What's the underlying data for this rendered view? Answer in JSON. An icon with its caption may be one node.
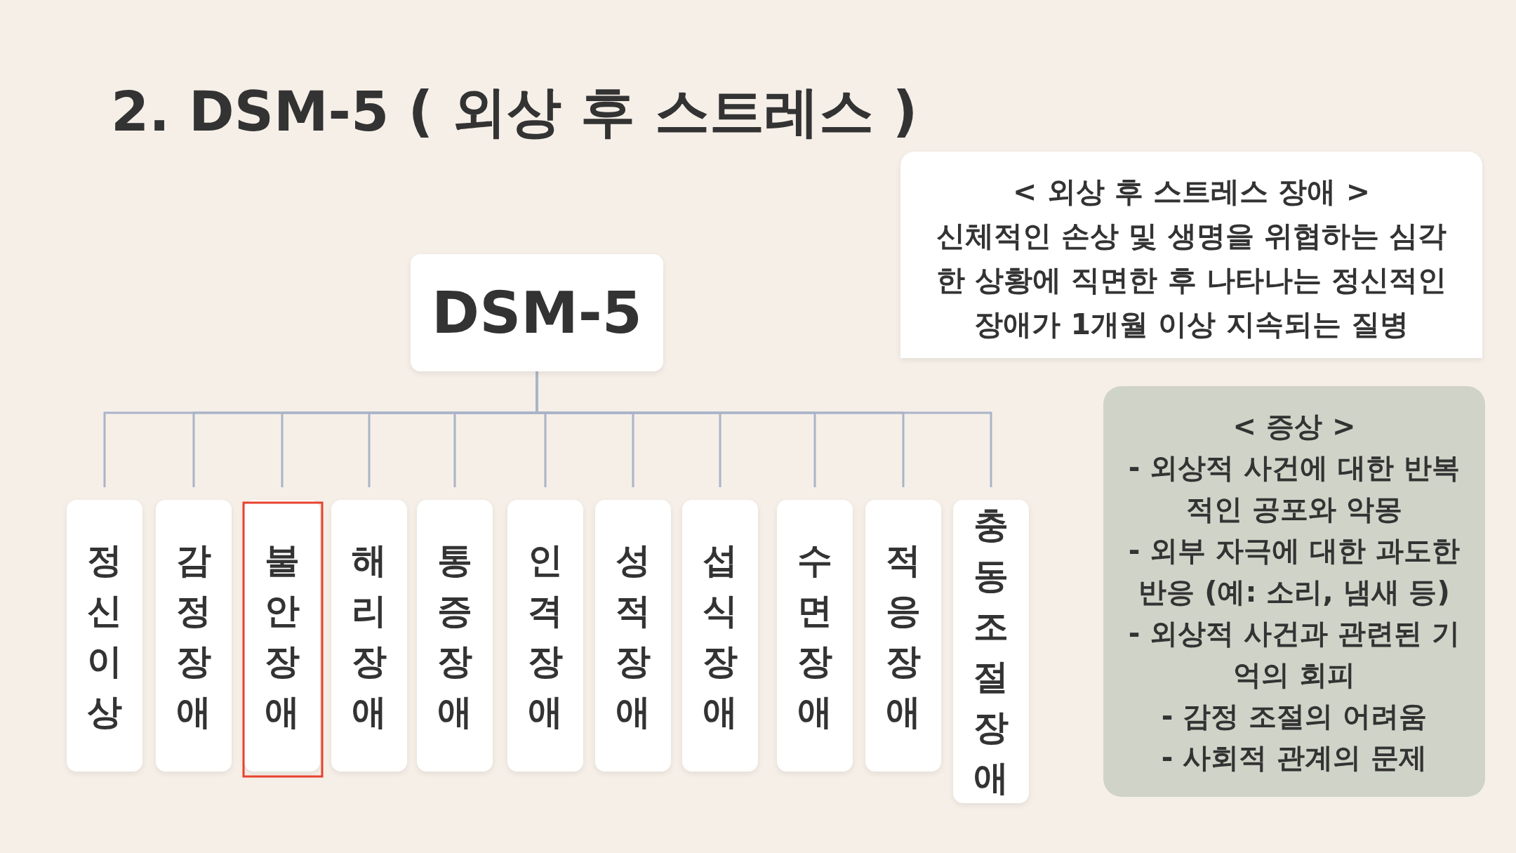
{
  "diagram": {
    "title": "2. DSM-5 ( 외상 후 스트레스 )",
    "nodes": [
      {
        "text": [
          "DSM-5"
        ]
      },
      {
        "text": [
          "정신이상"
        ]
      },
      {
        "text": [
          "감정장애"
        ]
      },
      {
        "text": [
          "불안장애"
        ]
      },
      {
        "text": [
          "해리장애"
        ]
      },
      {
        "text": [
          "통증장애"
        ]
      },
      {
        "text": [
          "인격장애"
        ]
      },
      {
        "text": [
          "성적장애"
        ]
      },
      {
        "text": [
          "섭식장애"
        ]
      },
      {
        "text": [
          "수면장애"
        ]
      },
      {
        "text": [
          "적응장애"
        ]
      },
      {
        "text": [
          "충동조절장애"
        ]
      },
      {
        "text": [
          "< 외상 후 스트레스 장애 >",
          "신체적인 손상 및 생명을 위협하는 심각한 상황에 직면한 후 나타나는 정신적인 장애가 1개월 이상 지속되는 질병"
        ]
      },
      {
        "text": [
          "< 증상 >",
          "- 외상적 사건에 대한 반복적인 공포와 악몽",
          "- 외부 자극에 대한 과도한 반응 (예: 소리, 냄새 등)",
          "- 외상적 사건과 관련된 기억의 회피",
          "- 감정 조절의 어려움",
          "- 사회적 관계의 문제"
        ]
      }
    ],
    "edges": [
      {
        "from": 0,
        "to": 1,
        "arrow": "none"
      },
      {
        "from": 0,
        "to": 2,
        "arrow": "none"
      },
      {
        "from": 0,
        "to": 3,
        "arrow": "none"
      },
      {
        "from": 0,
        "to": 4,
        "arrow": "none"
      },
      {
        "from": 0,
        "to": 5,
        "arrow": "none"
      },
      {
        "from": 0,
        "to": 6,
        "arrow": "none"
      },
      {
        "from": 0,
        "to": 7,
        "arrow": "none"
      },
      {
        "from": 0,
        "to": 8,
        "arrow": "none"
      },
      {
        "from": 0,
        "to": 9,
        "arrow": "none"
      },
      {
        "from": 0,
        "to": 10,
        "arrow": "none"
      },
      {
        "from": 0,
        "to": 11,
        "arrow": "none"
      }
    ]
  }
}
